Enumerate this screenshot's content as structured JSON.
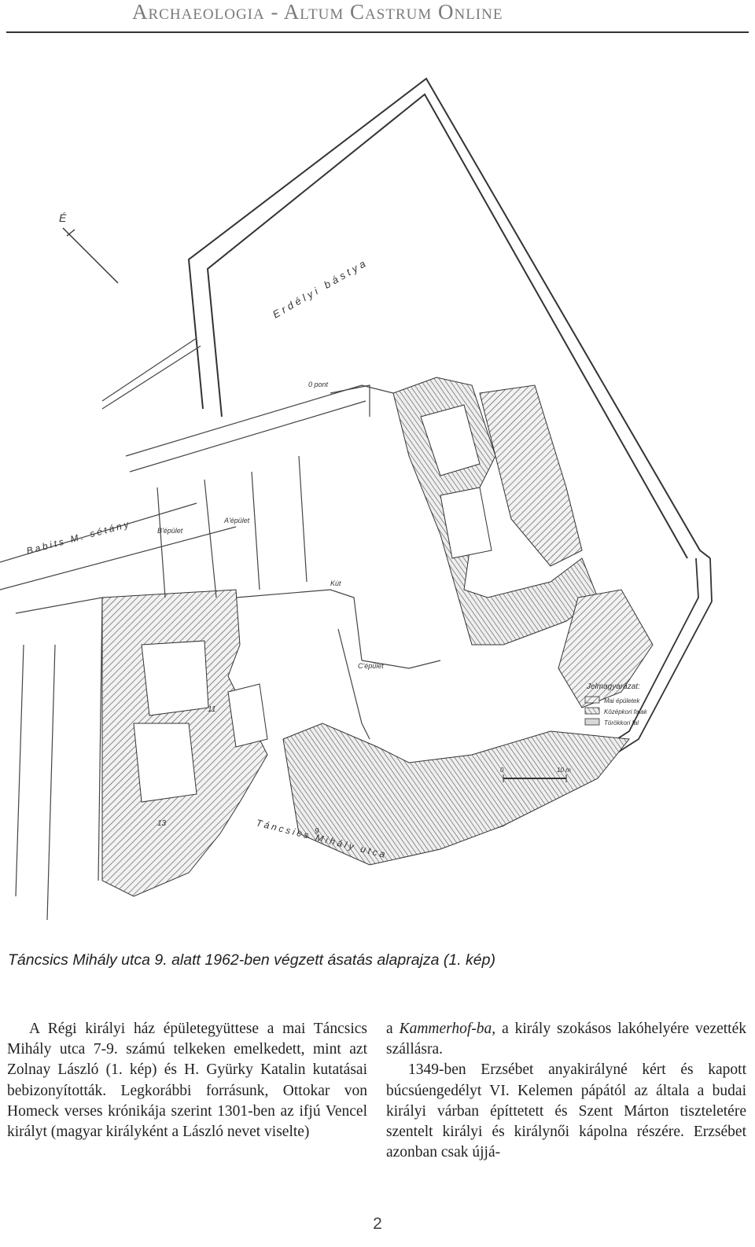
{
  "header": {
    "title": "Archaeologia - Altum Castrum Online"
  },
  "figure": {
    "labels": {
      "bastion": "Erdélyi bástya",
      "rampart": "Babits M. sétány",
      "street": "Táncsics Mihály utca",
      "house_number_9": "9",
      "house_number_11": "11",
      "house_number_13": "13",
      "building_a": "A'épület",
      "building_b": "B'épület",
      "building_c": "C'épület",
      "well": "Kút",
      "zero_point": "0 pont",
      "north_letter": "É"
    },
    "legend": {
      "title": "Jelmagyarázat:",
      "items": [
        "Mai épületek",
        "Középkori falak",
        "Törökkori fal"
      ]
    },
    "scale": {
      "start": "0",
      "end": "10 m"
    },
    "caption": "Táncsics Mihály utca 9. alatt 1962-ben végzett ásatás alaprajza (1. kép)"
  },
  "body": {
    "left_paragraph": "A Régi királyi ház épületegyüttese a mai Táncsics Mihály utca 7-9. számú telkeken emelkedett, mint azt Zolnay László (1. kép) és H. Gyürky Katalin kutatásai bebizonyították. Legkorábbi forrásunk, Ottokar von Homeck verses krónikája szerint 1301-ben az ifjú Vencel királyt (magyar királyként a László nevet viselte)",
    "right_p1_prefix": "a ",
    "right_p1_italic": "Kammerhof-ba,",
    "right_p1_rest": " a király szokásos lakóhelyére vezették szállásra.",
    "right_p2": "1349-ben Erzsébet anyakirályné kért és kapott búcsúengedélyt VI. Kelemen pápától az általa a budai királyi várban építtetett és Szent Márton tiszteletére szentelt királyi és királynői kápolna részére. Erzsébet azonban csak újjá-"
  },
  "footer": {
    "page_number": "2"
  }
}
